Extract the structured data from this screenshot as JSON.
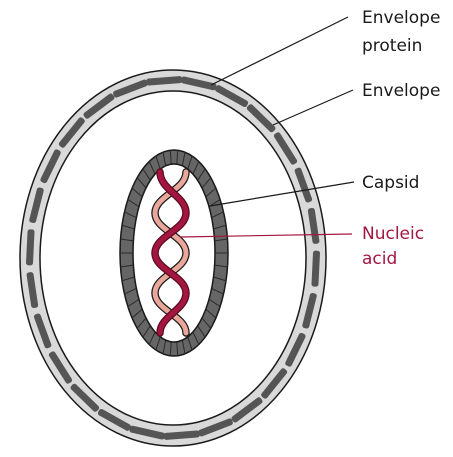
{
  "labels": {
    "envelope_protein_line1": "Envelope",
    "envelope_protein_line2": "protein",
    "envelope": "Envelope",
    "capsid": "Capsid",
    "nucleic_acid_line1": "Nucleic",
    "nucleic_acid_line2": "acid"
  },
  "colors": {
    "envelope_fill": "#d9d9d9",
    "outline": "#1a1a1a",
    "spike": "#555555",
    "capsid_fill": "#666666",
    "capsid_divider": "#2a2a2a",
    "nucleic_acid_strand_a": "#a3163f",
    "nucleic_acid_strand_b": "#e8a79a",
    "nucleic_acid_label": "#a3163f",
    "leader": "#1a1a1a"
  },
  "icons": {
    "envelope_spikes": "envelope-protein-spike-icon",
    "capsid_segments": "capsomere-icon",
    "nucleic_acid": "double-helix-icon"
  }
}
